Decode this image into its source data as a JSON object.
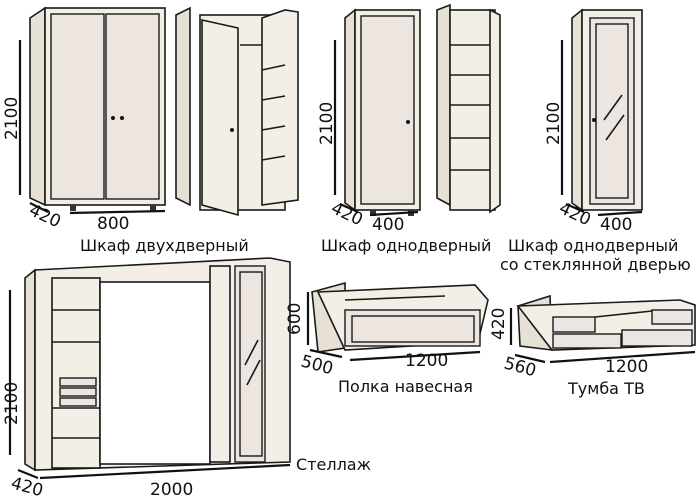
{
  "items": {
    "wardrobe_two_door": {
      "label": "Шкаф двухдверный",
      "height": "2100",
      "depth": "420",
      "width": "800"
    },
    "wardrobe_one_door": {
      "label": "Шкаф однодверный",
      "height": "2100",
      "depth": "420",
      "width": "400"
    },
    "wardrobe_glass_door": {
      "label_line1": "Шкаф однодверный",
      "label_line2": "со стеклянной дверью",
      "height": "2100",
      "depth": "420",
      "width": "400"
    },
    "shelving": {
      "label": "Стеллаж",
      "height": "2100",
      "depth": "420",
      "width": "2000"
    },
    "wall_shelf": {
      "label": "Полка навесная",
      "height": "600",
      "depth": "500",
      "width": "1200"
    },
    "tv_stand": {
      "label": "Тумба ТВ",
      "height": "420",
      "depth": "560",
      "width": "1200"
    }
  }
}
